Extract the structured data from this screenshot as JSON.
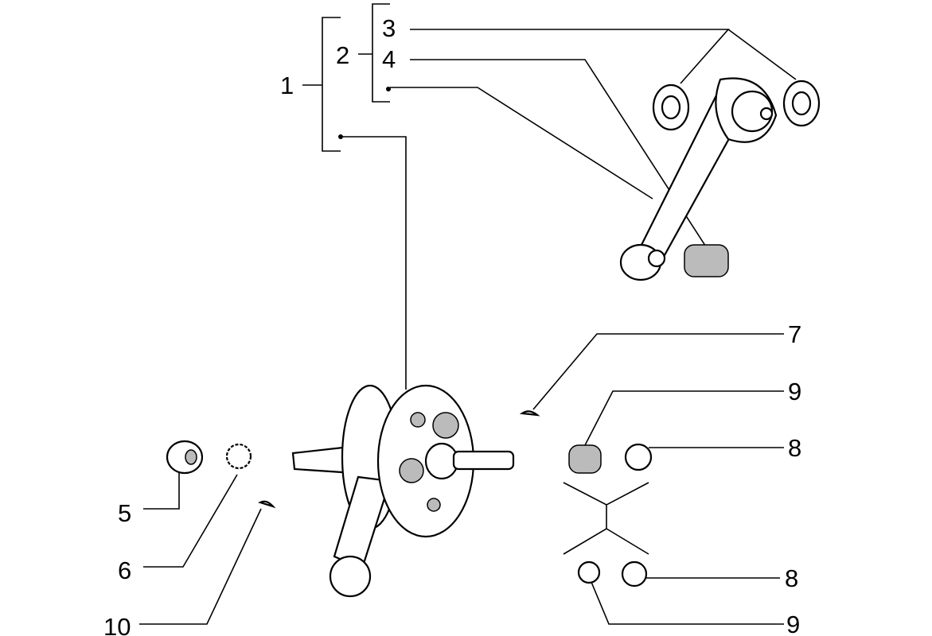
{
  "diagram": {
    "labels": {
      "p1": "1",
      "p2": "2",
      "p3": "3",
      "p4": "4",
      "p5": "5",
      "p6": "6",
      "p7": "7",
      "p8a": "8",
      "p8b": "8",
      "p9a": "9",
      "p9b": "9",
      "p10": "10"
    },
    "colors": {
      "line": "#000000",
      "background": "#ffffff"
    }
  }
}
